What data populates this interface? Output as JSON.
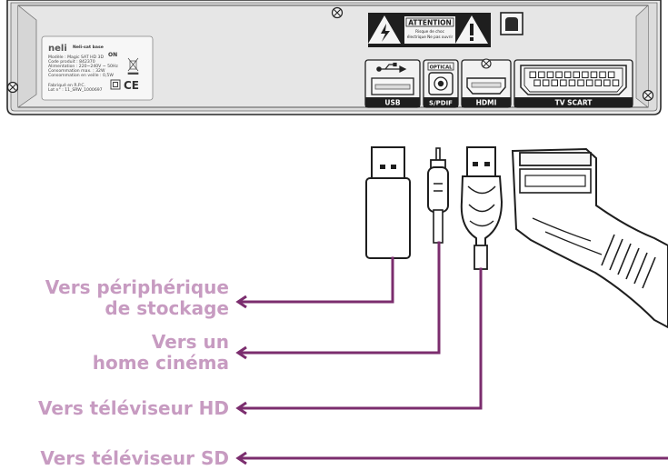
{
  "colors": {
    "accent": "#7b2d6e",
    "label": "#c79bc1",
    "panel": "#e4e4e4",
    "outline": "#2a2a2a"
  },
  "device": {
    "sticker": {
      "brand": "neli",
      "product_name": "Neli-sat base",
      "power_state": "ON",
      "lines": [
        "Modèle : Magic SAT HD 3D",
        "Code produit : 842370",
        "Alimentation : 220~240V ~ 50Hz",
        "Consommation max. : 32W",
        "Consommation en veille : 0,5W"
      ],
      "origin": "Fabriqué en R.P.C.",
      "lot": "Lot n° : 11_SRW_1000697"
    },
    "warning": {
      "title": "ATTENTION",
      "text1": "Risque de choc",
      "text2": "électrique Ne pas ouvrir"
    },
    "ports": {
      "usb_label": "USB",
      "optical_top": "OPTICAL",
      "spdif_label": "S/PDIF",
      "hdmi_label": "HDMI",
      "scart_label": "TV SCART"
    }
  },
  "connections": [
    {
      "icon": "usb-stick-icon",
      "lines": [
        "Vers périphérique",
        "de stockage"
      ]
    },
    {
      "icon": "optical-cable-icon",
      "lines": [
        "Vers un",
        "home cinéma"
      ]
    },
    {
      "icon": "hdmi-cable-icon",
      "lines": [
        "Vers téléviseur HD"
      ]
    },
    {
      "icon": "scart-cable-icon",
      "lines": [
        "Vers téléviseur SD"
      ]
    }
  ]
}
